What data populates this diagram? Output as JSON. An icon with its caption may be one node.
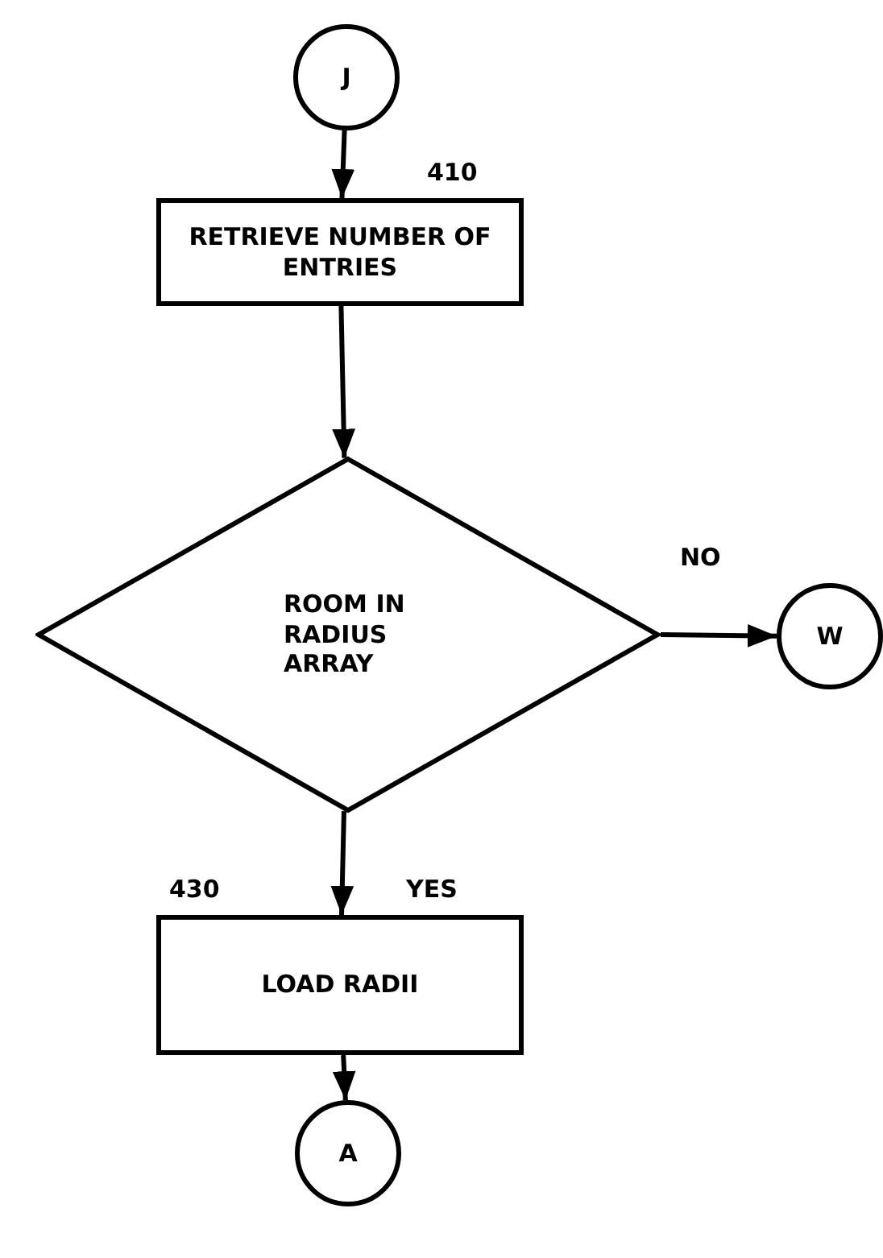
{
  "diagram": {
    "nodes": [
      {
        "text": [
          "J"
        ]
      },
      {
        "text": [
          "RETRIEVE NUMBER OF ENTRIES"
        ],
        "beside": [
          "410"
        ]
      },
      {
        "text": [
          "ROOM IN RADIUS ARRAY"
        ]
      },
      {
        "text": [
          "W"
        ]
      },
      {
        "text": [
          "LOAD RADII"
        ],
        "beside": [
          "430"
        ]
      },
      {
        "text": [
          "A"
        ]
      }
    ],
    "edges": [
      {
        "from": 0,
        "to": 1,
        "arrow": "to"
      },
      {
        "from": 1,
        "to": 2,
        "arrow": "to"
      },
      {
        "from": 2,
        "to": 3,
        "arrow": "to",
        "label": "NO"
      },
      {
        "from": 2,
        "to": 4,
        "arrow": "to",
        "label": "YES"
      },
      {
        "from": 4,
        "to": 5,
        "arrow": "to"
      }
    ]
  }
}
